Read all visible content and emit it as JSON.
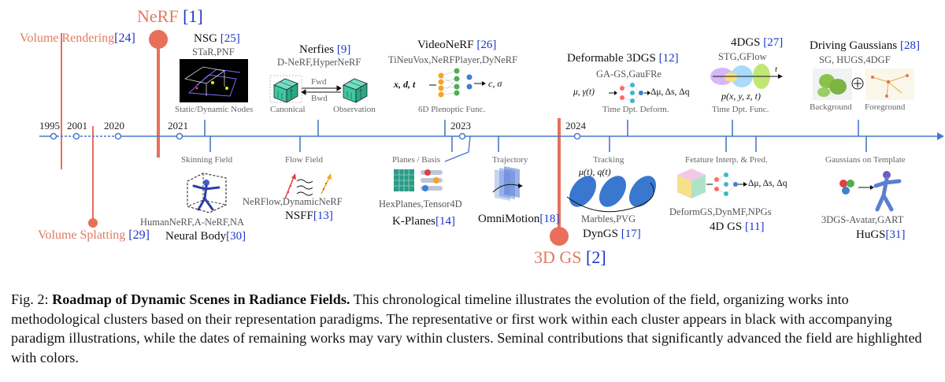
{
  "years": [
    "1995",
    "2001",
    "2020",
    "2021",
    "2023",
    "2024"
  ],
  "highlights": {
    "nerf": {
      "name": "NeRF",
      "ref": "[1]"
    },
    "gs3d": {
      "name": "3D GS",
      "ref": "[2]"
    },
    "volume_rendering": {
      "name": "Volume Rendering",
      "ref": "[24]"
    },
    "volume_splatting": {
      "name": "Volume Splatting",
      "ref": "[29]"
    }
  },
  "top": {
    "nsg": {
      "title": "NSG",
      "ref": "[25]",
      "works": "STaR,PNF",
      "caption": "Static/Dynamic Nodes"
    },
    "nerfies": {
      "title": "Nerfies",
      "ref": "[9]",
      "works": "D-NeRF,HyperNeRF",
      "fwd": "Fwd",
      "bwd": "Bwd",
      "canonical": "Canonical",
      "observation": "Observation"
    },
    "videonerf": {
      "title": "VideoNeRF",
      "ref": "[26]",
      "works": "TiNeuVox,NeRFPlayer,DyNeRF",
      "input": "x, d, t",
      "output": "c, σ",
      "caption": "6D Plenoptic Func."
    },
    "deformable": {
      "title": "Deformable 3DGS",
      "ref": "[12]",
      "works": "GA-GS,GauFRe",
      "formula": "μ, γ(t)",
      "arrow_out": "Δμ, Δs, Δq",
      "caption": "Time Dpt. Deform."
    },
    "dgs4": {
      "title": "4DGS",
      "ref": "[27]",
      "works": "STG,GFlow",
      "axis": "t",
      "formula": "p(x, y, z, t)",
      "caption": "Time Dpt. Func."
    },
    "driving": {
      "title": "Driving Gaussians",
      "ref": "[28]",
      "works": "SG, HUGS,4DGF",
      "bg": "Background",
      "fg": "Foreground"
    }
  },
  "bottom": {
    "neuralbody": {
      "cluster": "Skinning Field",
      "works": "HumanNeRF,A-NeRF,NA",
      "title": "Neural Body",
      "ref": "[30]"
    },
    "nsff": {
      "cluster": "Flow Field",
      "works": "NeRFlow,DynamicNeRF",
      "title": "NSFF",
      "ref": "[13]"
    },
    "kplanes": {
      "cluster": "Planes / Basis",
      "works": "HexPlanes,Tensor4D",
      "title": "K-Planes",
      "ref": "[14]"
    },
    "omnimotion": {
      "cluster": "Trajectory",
      "title": "OmniMotion",
      "ref": "[18]"
    },
    "dyngs": {
      "cluster": "Tracking",
      "formula": "μ(t), q(t)",
      "works": "Marbles,PVG",
      "title": "DynGS",
      "ref": "[17]"
    },
    "gs4d": {
      "cluster": "Fetature Interp. & Pred.",
      "arrow_out": "Δμ, Δs, Δq",
      "works": "DeformGS,DynMF,NPGs",
      "title": "4D GS",
      "ref": "[11]"
    },
    "hugs": {
      "cluster": "Gaussians on Template",
      "works": "3DGS-Avatar,GART",
      "title": "HuGS",
      "ref": "[31]"
    }
  },
  "caption": {
    "label": "Fig. 2:",
    "bold": "Roadmap of Dynamic Scenes in Radiance Fields.",
    "text": "This chronological timeline illustrates the evolution of the field, organizing works into methodological clusters based on their representation paradigms. The representative or first work within each cluster appears in black with accompanying paradigm illustrations, while the dates of remaining works may vary within clusters. Seminal contributions that significantly advanced the field are highlighted with colors."
  },
  "colors": {
    "timeline": "#4a78c8",
    "highlight": "#e8705a",
    "ref": "#1a36c8"
  }
}
